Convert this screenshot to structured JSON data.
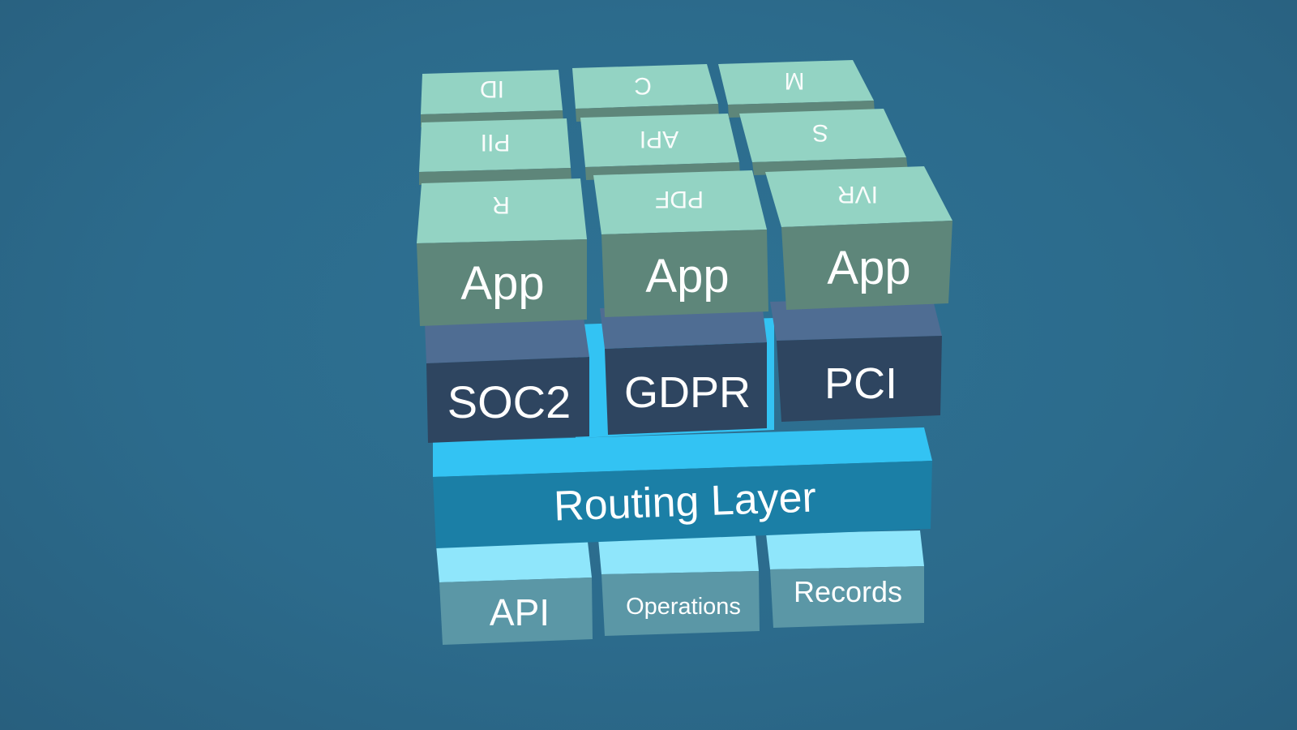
{
  "diagram": {
    "base_blocks": [
      "API",
      "Operations",
      "Records"
    ],
    "routing_layer": "Routing Layer",
    "compliance_blocks": [
      "SOC2",
      "GDPR",
      "PCI"
    ],
    "app_blocks": [
      "App",
      "App",
      "App"
    ],
    "app_top_labels": [
      "R",
      "PDF",
      "IVR"
    ],
    "middle_row_labels": [
      "PII",
      "API",
      "S"
    ],
    "back_row_labels": [
      "ID",
      "C",
      "M"
    ]
  },
  "colors": {
    "background": "#2c6b8c",
    "base_top": "#8fe6fb",
    "base_front": "#5b97a6",
    "routing_top": "#33c3f3",
    "routing_front": "#1b7fa6",
    "compliance_top": "#4f6d93",
    "compliance_front": "#2e4560",
    "app_top": "#93d3c3",
    "app_front": "#5e867a"
  }
}
